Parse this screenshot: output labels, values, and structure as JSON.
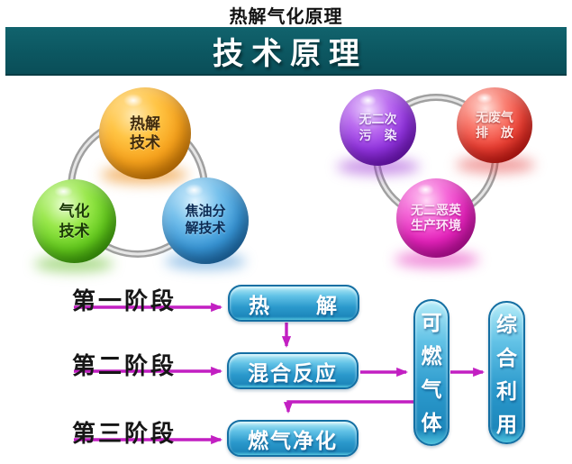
{
  "title": "热解气化原理",
  "banner": {
    "label": "技术原理",
    "bg_color": "#0c5761"
  },
  "left_cluster": {
    "balls": [
      {
        "id": "pyrolysis-tech",
        "line1": "热解",
        "line2": "技术",
        "color": "#f7a21c"
      },
      {
        "id": "gasification-tech",
        "line1": "气化",
        "line2": "技术",
        "color": "#64cc1d"
      },
      {
        "id": "tar-decomposition-tech",
        "line1": "焦油分",
        "line2": "解技术",
        "color": "#3795d6"
      }
    ]
  },
  "right_cluster": {
    "balls": [
      {
        "id": "no-secondary-pollution",
        "line1": "无二次",
        "line2": "污　染",
        "color": "#9233e0"
      },
      {
        "id": "no-waste-gas-emission",
        "line1": "无废气",
        "line2": "排　放",
        "color": "#ee4034"
      },
      {
        "id": "no-dioxin-environment",
        "line1": "无二恶英",
        "line2": "生产环境",
        "color": "#e723bd"
      }
    ]
  },
  "flow": {
    "stage_labels": [
      "第一阶段",
      "第二阶段",
      "第三阶段"
    ],
    "process_boxes": [
      "热　　解",
      "混合反应",
      "燃气净化"
    ],
    "output_boxes": [
      "可燃气体",
      "综合利用"
    ],
    "arrow_color": "#c21fc2",
    "box_color": "#2b99cc",
    "ring_color": "#a9a9a9"
  }
}
